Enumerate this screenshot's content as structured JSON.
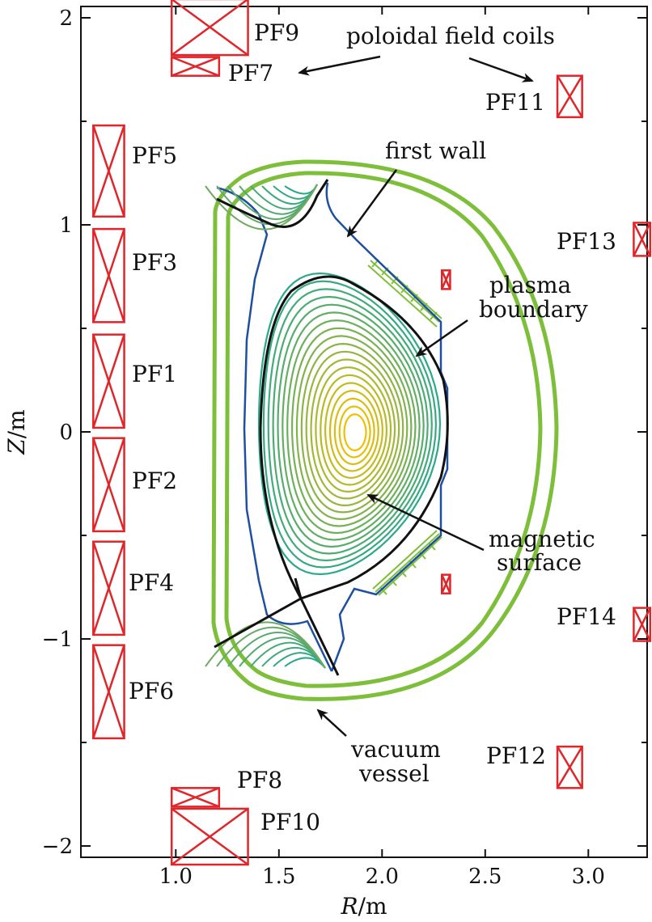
{
  "axes": {
    "x_label_var": "R",
    "x_label_unit": "/m",
    "y_label_var": "Z",
    "y_label_unit": "/m",
    "x_ticks": [
      {
        "value": 1.0,
        "label": "1.0"
      },
      {
        "value": 1.5,
        "label": "1.5"
      },
      {
        "value": 2.0,
        "label": "2.0"
      },
      {
        "value": 2.5,
        "label": "2.5"
      },
      {
        "value": 3.0,
        "label": "3.0"
      }
    ],
    "y_ticks": [
      {
        "value": 2,
        "label": "2"
      },
      {
        "value": 1,
        "label": "1"
      },
      {
        "value": 0,
        "label": "0"
      },
      {
        "value": -1,
        "label": "−1"
      },
      {
        "value": -2,
        "label": "−2"
      }
    ]
  },
  "coils": [
    {
      "id": "PF1",
      "label": "PF1",
      "r1": 0.6,
      "r2": 0.75,
      "z1": 0.02,
      "z2": 0.47
    },
    {
      "id": "PF2",
      "label": "PF2",
      "r1": 0.6,
      "r2": 0.75,
      "z1": -0.48,
      "z2": -0.03
    },
    {
      "id": "PF3",
      "label": "PF3",
      "r1": 0.6,
      "r2": 0.75,
      "z1": 0.53,
      "z2": 0.98
    },
    {
      "id": "PF4",
      "label": "PF4",
      "r1": 0.6,
      "r2": 0.75,
      "z1": -0.98,
      "z2": -0.53
    },
    {
      "id": "PF5",
      "label": "PF5",
      "r1": 0.6,
      "r2": 0.75,
      "z1": 1.04,
      "z2": 1.48
    },
    {
      "id": "PF6",
      "label": "PF6",
      "r1": 0.6,
      "r2": 0.75,
      "z1": -1.48,
      "z2": -1.03
    },
    {
      "id": "PF7",
      "label": "PF7",
      "r1": 0.98,
      "r2": 1.21,
      "z1": 1.72,
      "z2": 1.81
    },
    {
      "id": "PF8",
      "label": "PF8",
      "r1": 0.98,
      "r2": 1.21,
      "z1": -1.81,
      "z2": -1.72
    },
    {
      "id": "PF9",
      "label": "PF9",
      "r1": 0.98,
      "r2": 1.35,
      "z1": 1.82,
      "z2": 2.09
    },
    {
      "id": "PF10",
      "label": "PF10",
      "r1": 0.98,
      "r2": 1.35,
      "z1": -2.09,
      "z2": -1.82
    },
    {
      "id": "PF11",
      "label": "PF11",
      "r1": 2.85,
      "r2": 2.97,
      "z1": 1.52,
      "z2": 1.72
    },
    {
      "id": "PF12",
      "label": "PF12",
      "r1": 2.85,
      "r2": 2.97,
      "z1": -1.72,
      "z2": -1.52
    },
    {
      "id": "PF13",
      "label": "PF13",
      "r1": 3.22,
      "r2": 3.3,
      "z1": 0.85,
      "z2": 1.01
    },
    {
      "id": "PF14",
      "label": "PF14",
      "r1": 3.22,
      "r2": 3.3,
      "z1": -1.01,
      "z2": -0.85
    },
    {
      "id": "small-upper",
      "label": "",
      "r1": 2.29,
      "r2": 2.33,
      "z1": 0.69,
      "z2": 0.78
    },
    {
      "id": "small-lower",
      "label": "",
      "r1": 2.29,
      "r2": 2.33,
      "z1": -0.78,
      "z2": -0.69
    }
  ],
  "annotations": [
    {
      "id": "poloidal-field-coils",
      "lines": [
        "poloidal field coils"
      ]
    },
    {
      "id": "first-wall",
      "lines": [
        "first wall"
      ]
    },
    {
      "id": "plasma-boundary",
      "lines": [
        "plasma",
        "boundary"
      ]
    },
    {
      "id": "magnetic-surface",
      "lines": [
        "magnetic",
        "surface"
      ]
    },
    {
      "id": "vacuum-vessel",
      "lines": [
        "vacuum",
        "vessel"
      ]
    }
  ],
  "colors": {
    "coil": "#e0262a",
    "vacuum_vessel": "#7dbf3a",
    "first_wall": "#1f4fa0",
    "plasma_boundary": "#111111",
    "flux_outer": "#2aa88a",
    "flux_inner": "#f0c000"
  }
}
